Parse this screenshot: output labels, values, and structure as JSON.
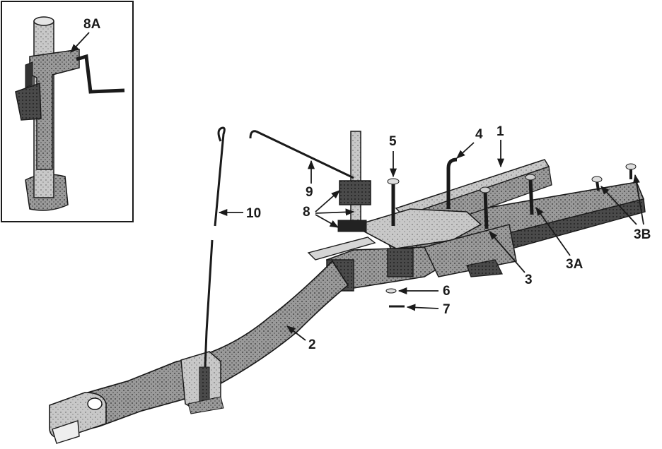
{
  "figure": {
    "colors": {
      "ink": "#1a1a1a",
      "metal_light": "#cfcfcf",
      "metal_mid": "#8a8a8a",
      "metal_dark": "#3a3a3a",
      "paper": "#ffffff"
    },
    "callouts": {
      "c8A": "8A",
      "c1": "1",
      "c2": "2",
      "c3": "3",
      "c3A": "3A",
      "c3B": "3B",
      "c4": "4",
      "c5": "5",
      "c6": "6",
      "c7": "7",
      "c8": "8",
      "c9": "9",
      "c10": "10"
    }
  }
}
